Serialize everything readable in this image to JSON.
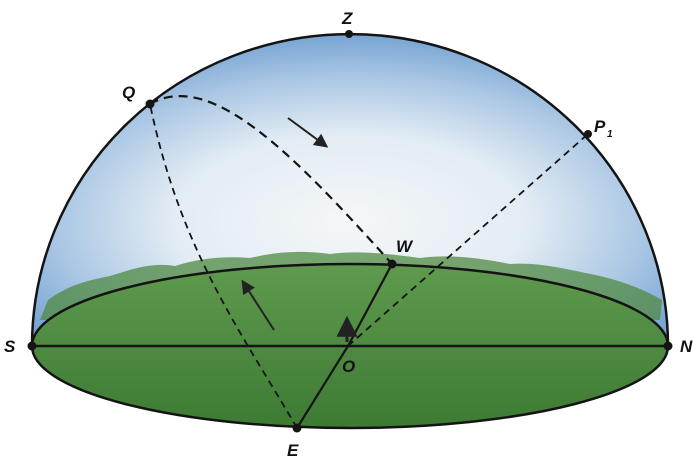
{
  "points": {
    "Z": "Z",
    "Q": "Q",
    "P": "P",
    "P_sub": "1",
    "W": "W",
    "S": "S",
    "O": "O",
    "N": "N",
    "E": "E"
  },
  "colors": {
    "sky_top": "#6f9fd0",
    "sky_mid": "#bcd3ea",
    "sky_glow": "#eef4f8",
    "ground_light": "#5f9a4e",
    "ground_dark": "#3d7a33",
    "trees": "#4f8a41",
    "outline": "#141414"
  }
}
